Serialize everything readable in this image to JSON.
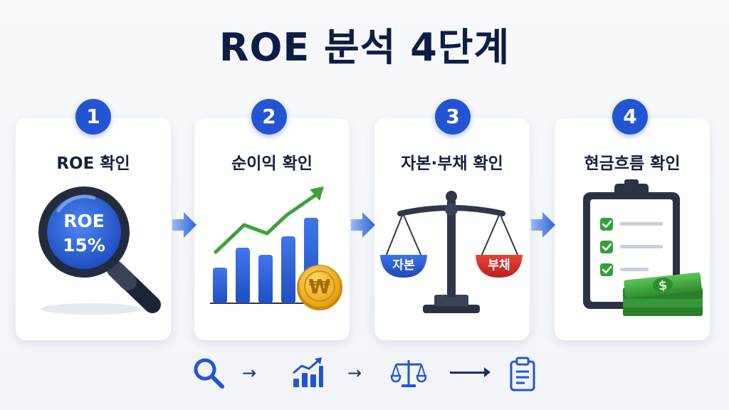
{
  "title": "ROE 분석 4단계",
  "steps": [
    {
      "number": "1",
      "label": "ROE 확인",
      "lens_line1": "ROE",
      "lens_line2": "15%"
    },
    {
      "number": "2",
      "label": "순이익 확인",
      "coin_symbol": "₩"
    },
    {
      "number": "3",
      "label": "자본·부채 확인",
      "left_pan": "자본",
      "right_pan": "부채"
    },
    {
      "number": "4",
      "label": "현금흐름 확인",
      "bill_symbol": "$"
    }
  ],
  "bottom_flow": {
    "arrow": "→",
    "icons": [
      "search-icon",
      "bar-chart-icon",
      "scale-icon",
      "clipboard-icon"
    ]
  },
  "colors": {
    "accent": "#2355d3",
    "title": "#0d1d44",
    "green": "#3a9d3a",
    "red": "#d8302b",
    "gold": "#f2b21b"
  }
}
